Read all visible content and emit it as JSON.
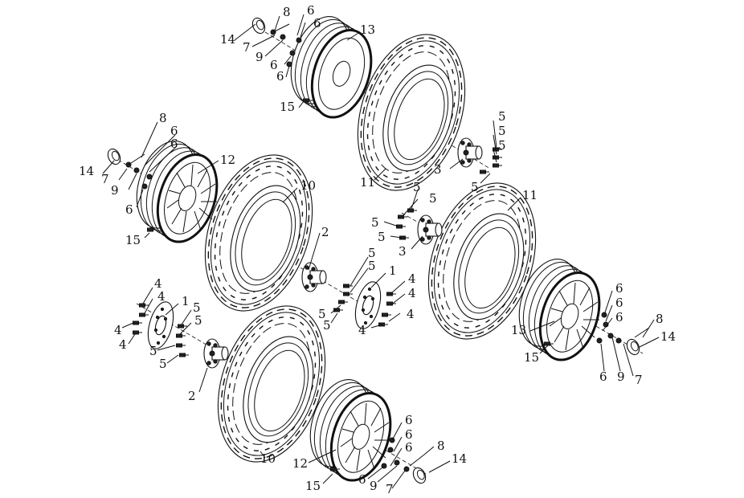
{
  "callouts": [
    {
      "id": "c-top-8",
      "text": "8"
    },
    {
      "id": "c-top-6a",
      "text": "6"
    },
    {
      "id": "c-top-6b",
      "text": "6"
    },
    {
      "id": "c-top-14",
      "text": "14"
    },
    {
      "id": "c-top-7",
      "text": "7"
    },
    {
      "id": "c-top-9",
      "text": "9"
    },
    {
      "id": "c-top-6c",
      "text": "6"
    },
    {
      "id": "c-top-6d",
      "text": "6"
    },
    {
      "id": "c-top-13",
      "text": "13"
    },
    {
      "id": "c-top-15",
      "text": "15"
    },
    {
      "id": "c-top-11",
      "text": "11"
    },
    {
      "id": "c-top-3",
      "text": "3"
    },
    {
      "id": "c-top-5a",
      "text": "5"
    },
    {
      "id": "c-top-5b",
      "text": "5"
    },
    {
      "id": "c-top-5c",
      "text": "5"
    },
    {
      "id": "c-top-5d",
      "text": "5"
    },
    {
      "id": "c-ml-8",
      "text": "8"
    },
    {
      "id": "c-ml-6a",
      "text": "6"
    },
    {
      "id": "c-ml-6b",
      "text": "6"
    },
    {
      "id": "c-ml-14",
      "text": "14"
    },
    {
      "id": "c-ml-7",
      "text": "7"
    },
    {
      "id": "c-ml-9",
      "text": "9"
    },
    {
      "id": "c-ml-6c",
      "text": "6"
    },
    {
      "id": "c-ml-12",
      "text": "12"
    },
    {
      "id": "c-ml-15",
      "text": "15"
    },
    {
      "id": "c-ml-10",
      "text": "10"
    },
    {
      "id": "c-ml-2",
      "text": "2"
    },
    {
      "id": "c-ml-5a",
      "text": "5"
    },
    {
      "id": "c-ml-5b",
      "text": "5"
    },
    {
      "id": "c-ml-5c",
      "text": "5"
    },
    {
      "id": "c-ml-5d",
      "text": "5"
    },
    {
      "id": "c-ml-1",
      "text": "1"
    },
    {
      "id": "c-ml-4a",
      "text": "4"
    },
    {
      "id": "c-ml-4b",
      "text": "4"
    },
    {
      "id": "c-ml-4c",
      "text": "4"
    },
    {
      "id": "c-ml-4d",
      "text": "4"
    },
    {
      "id": "c-mr-5a",
      "text": "5"
    },
    {
      "id": "c-mr-5b",
      "text": "5"
    },
    {
      "id": "c-mr-5c",
      "text": "5"
    },
    {
      "id": "c-mr-5d",
      "text": "5"
    },
    {
      "id": "c-mr-3",
      "text": "3"
    },
    {
      "id": "c-mr-11",
      "text": "11"
    },
    {
      "id": "c-mr-6a",
      "text": "6"
    },
    {
      "id": "c-mr-6b",
      "text": "6"
    },
    {
      "id": "c-mr-6c",
      "text": "6"
    },
    {
      "id": "c-mr-8",
      "text": "8"
    },
    {
      "id": "c-mr-14",
      "text": "14"
    },
    {
      "id": "c-mr-13",
      "text": "13"
    },
    {
      "id": "c-mr-15",
      "text": "15"
    },
    {
      "id": "c-mr-6d",
      "text": "6"
    },
    {
      "id": "c-mr-9",
      "text": "9"
    },
    {
      "id": "c-mr-7",
      "text": "7"
    },
    {
      "id": "c-bl-4a",
      "text": "4"
    },
    {
      "id": "c-bl-4b",
      "text": "4"
    },
    {
      "id": "c-bl-4c",
      "text": "4"
    },
    {
      "id": "c-bl-4d",
      "text": "4"
    },
    {
      "id": "c-bl-1",
      "text": "1"
    },
    {
      "id": "c-bl-5a",
      "text": "5"
    },
    {
      "id": "c-bl-5b",
      "text": "5"
    },
    {
      "id": "c-bl-5c",
      "text": "5"
    },
    {
      "id": "c-bl-5d",
      "text": "5"
    },
    {
      "id": "c-bl-2",
      "text": "2"
    },
    {
      "id": "c-bl-10",
      "text": "10"
    },
    {
      "id": "c-bl-12",
      "text": "12"
    },
    {
      "id": "c-bl-6a",
      "text": "6"
    },
    {
      "id": "c-bl-6b",
      "text": "6"
    },
    {
      "id": "c-bl-6c",
      "text": "6"
    },
    {
      "id": "c-bl-8",
      "text": "8"
    },
    {
      "id": "c-bl-14",
      "text": "14"
    },
    {
      "id": "c-bl-15",
      "text": "15"
    },
    {
      "id": "c-bl-6d",
      "text": "6"
    },
    {
      "id": "c-bl-9",
      "text": "9"
    },
    {
      "id": "c-bl-7",
      "text": "7"
    }
  ]
}
